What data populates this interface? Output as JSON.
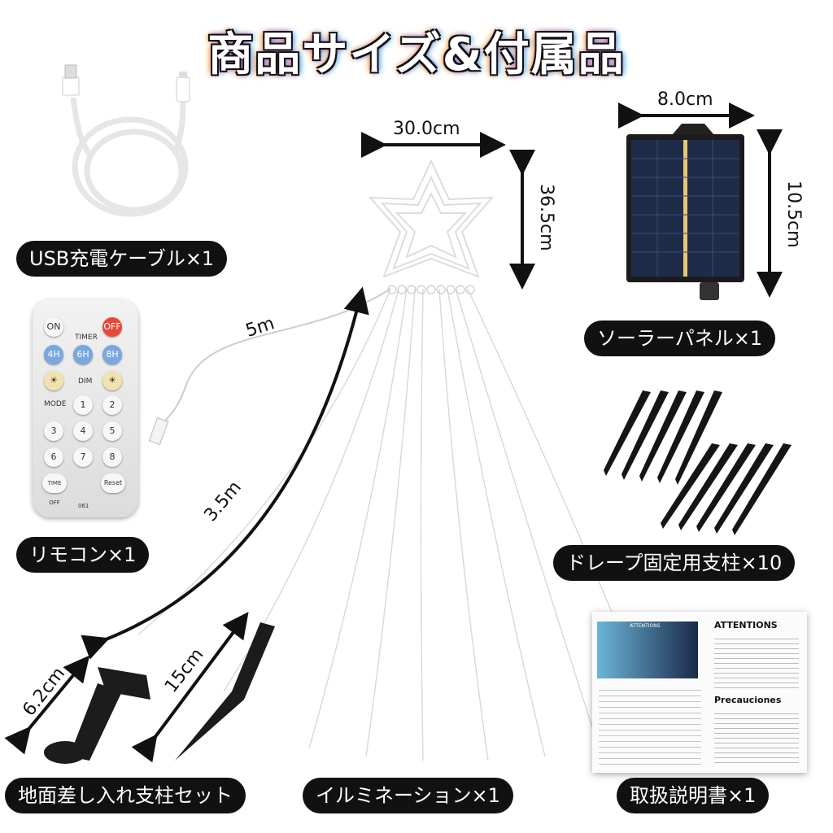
{
  "title": "商品サイズ&付属品",
  "labels": {
    "usb": "USB充電ケーブル×1",
    "solar": "ソーラーパネル×1",
    "remote": "リモコン×1",
    "drape": "ドレープ固定用支柱×10",
    "ground": "地面差し入れ支柱セット",
    "illumination": "イルミネーション×1",
    "manual": "取扱説明書×1"
  },
  "dimensions": {
    "star_width": "30.0cm",
    "star_height": "36.5cm",
    "panel_width": "8.0cm",
    "panel_height": "10.5cm",
    "cable": "5m",
    "strings": "3.5m",
    "holder": "6.2cm",
    "stake": "15cm"
  },
  "remote": {
    "on": "ON",
    "off": "OFF",
    "timer": "TIMER",
    "h4": "4H",
    "h6": "6H",
    "h8": "8H",
    "dim": "DIM",
    "mode": "MODE",
    "n1": "1",
    "n2": "2",
    "n3": "3",
    "n4": "4",
    "n5": "5",
    "n6": "6",
    "n7": "7",
    "n8": "8",
    "timeoff": "TIME OFF",
    "reset": "Reset",
    "model": "061"
  },
  "manual": {
    "attentions": "ATTENTIONS",
    "precautions": "Precauciones",
    "banner": "ATTENTIONS"
  }
}
